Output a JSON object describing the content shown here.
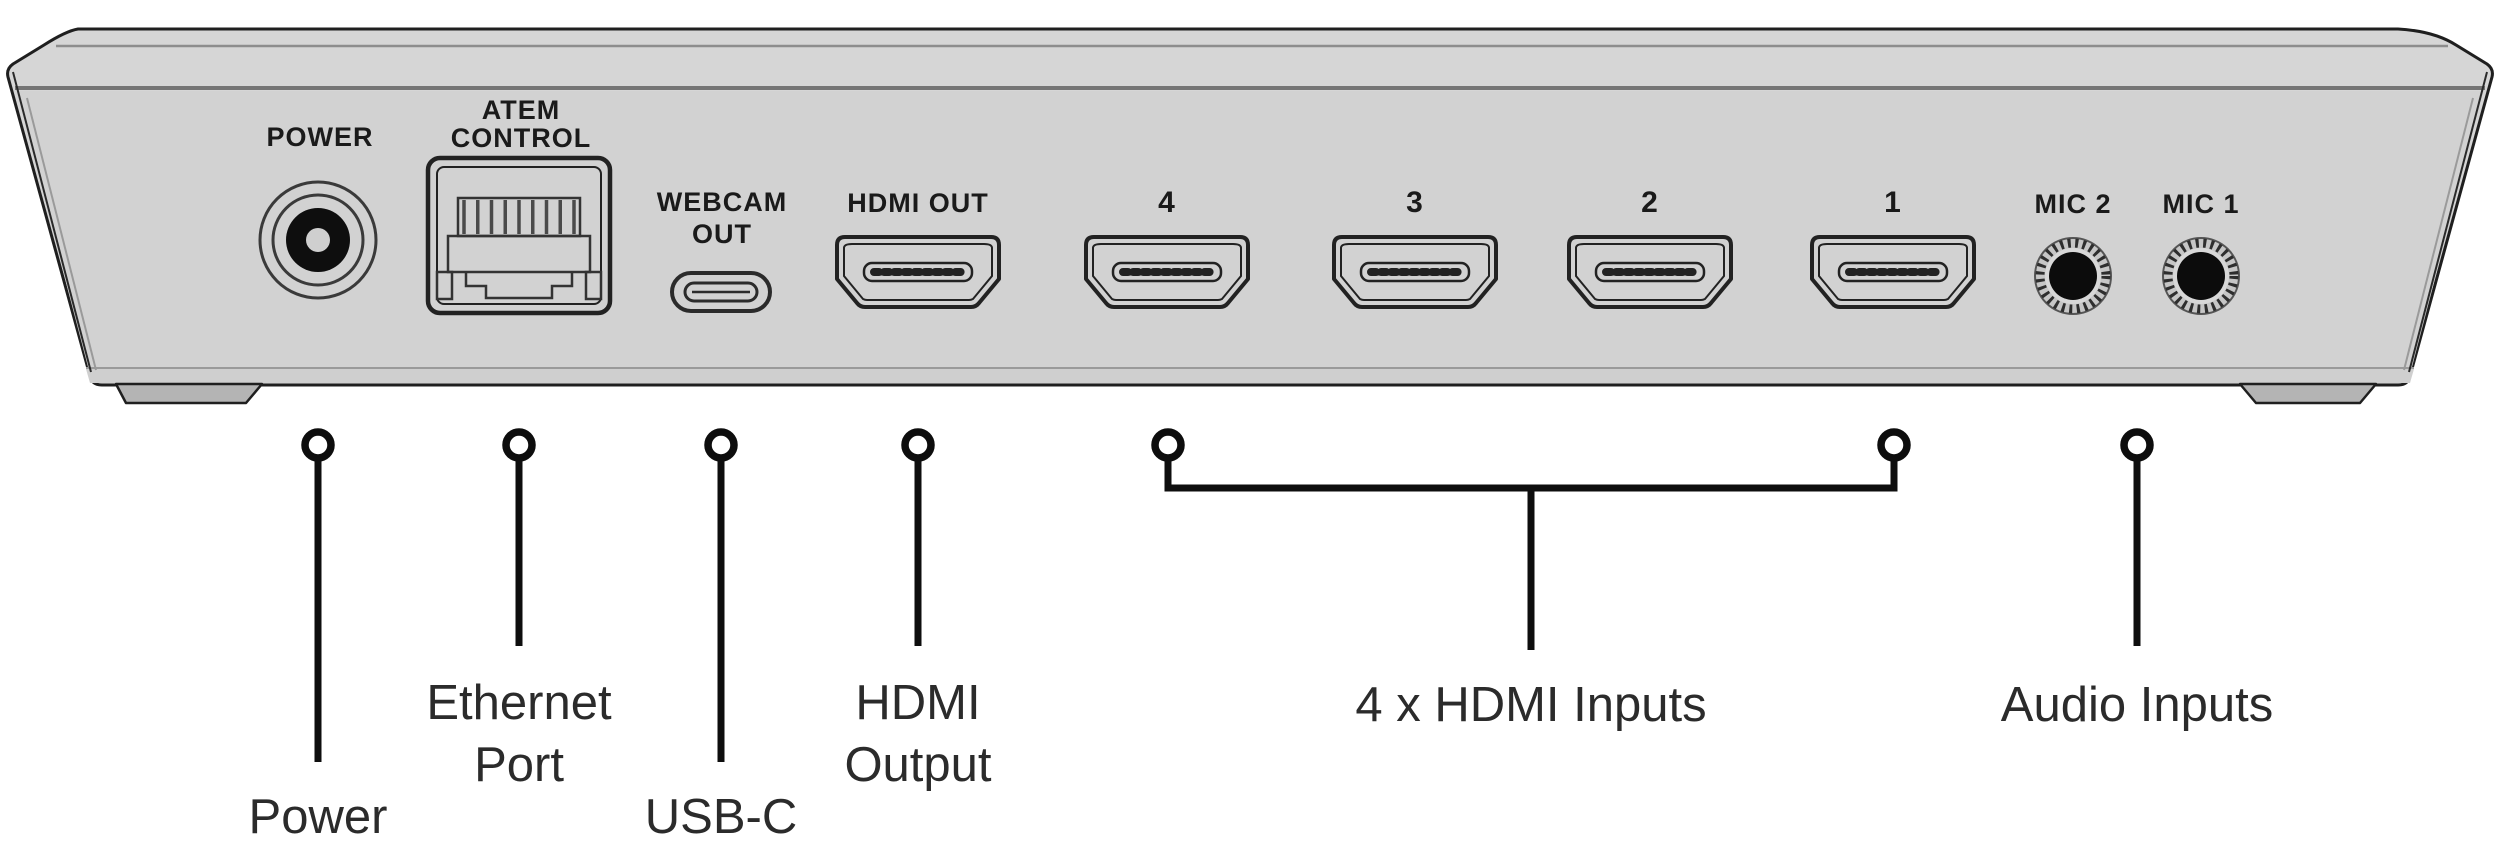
{
  "device": {
    "labels": {
      "power": "POWER",
      "atem_control_line1": "ATEM",
      "atem_control_line2": "CONTROL",
      "webcam_out_line1": "WEBCAM",
      "webcam_out_line2": "OUT",
      "hdmi_out": "HDMI OUT",
      "hdmi_input_4": "4",
      "hdmi_input_3": "3",
      "hdmi_input_2": "2",
      "hdmi_input_1": "1",
      "mic_2": "MIC 2",
      "mic_1": "MIC 1"
    }
  },
  "callouts": {
    "power": {
      "label": "Power"
    },
    "ethernet": {
      "line1": "Ethernet",
      "line2": "Port"
    },
    "usb_c": {
      "label": "USB-C"
    },
    "hdmi_output": {
      "line1": "HDMI",
      "line2": "Output"
    },
    "hdmi_inputs": {
      "label": "4 x HDMI Inputs"
    },
    "audio_inputs": {
      "label": "Audio Inputs"
    }
  },
  "colors": {
    "body": "#d6d6d6",
    "face": "#d2d2d2",
    "bottom_strip": "#cfcfcf",
    "foot": "#b4b4b4",
    "outline": "#1f1f1f",
    "port_text": "#1a1a1a",
    "callout_text": "#2b2b2b",
    "callout_line": "#0e0e0e"
  }
}
